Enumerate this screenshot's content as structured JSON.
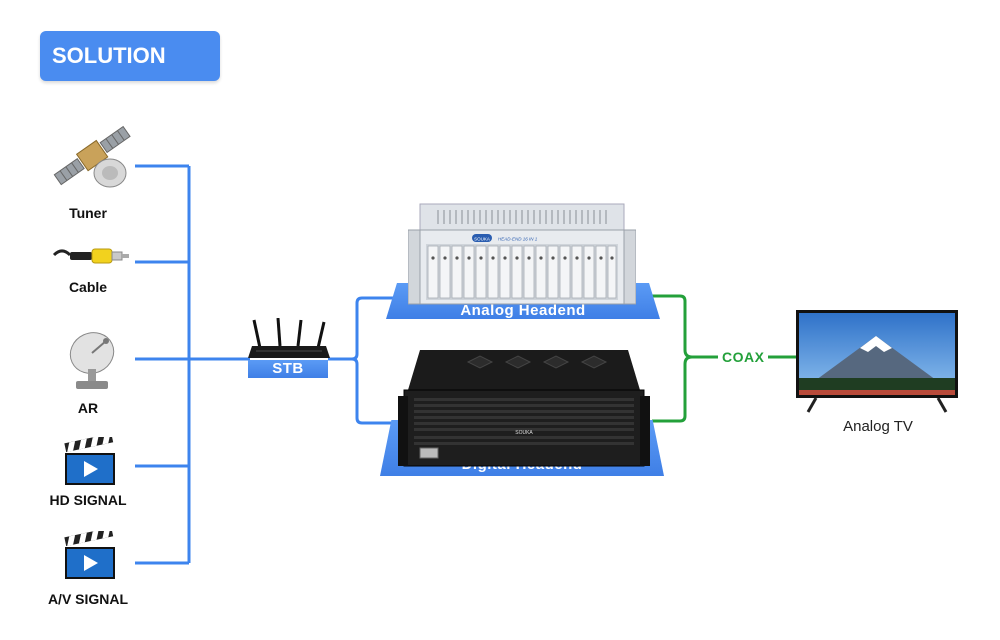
{
  "header": {
    "title": "SOLUTION"
  },
  "sources": [
    {
      "label": "Tuner",
      "icon": "satellite-icon"
    },
    {
      "label": "Cable",
      "icon": "rca-cable-icon"
    },
    {
      "label": "AR",
      "icon": "satellite-dish-icon"
    },
    {
      "label": "HD SIGNAL",
      "icon": "clapperboard-icon"
    },
    {
      "label": "A/V SIGNAL",
      "icon": "clapperboard-icon"
    }
  ],
  "router": {
    "label": "STB",
    "icon": "router-icon"
  },
  "analog_headend": {
    "label": "Analog Headend",
    "panel_brand": "SOUKA",
    "panel_text": "HEAD-END 16 IN 1"
  },
  "digital_headend": {
    "label": "Digital Headend",
    "panel_brand": "SOUKA"
  },
  "coax": {
    "label": "COAX"
  },
  "tv": {
    "label": "Analog TV",
    "icon": "tv-icon"
  },
  "colors": {
    "accent": "#4a8cf0",
    "wire_blue": "#3d84ee",
    "wire_green": "#23a03a"
  }
}
